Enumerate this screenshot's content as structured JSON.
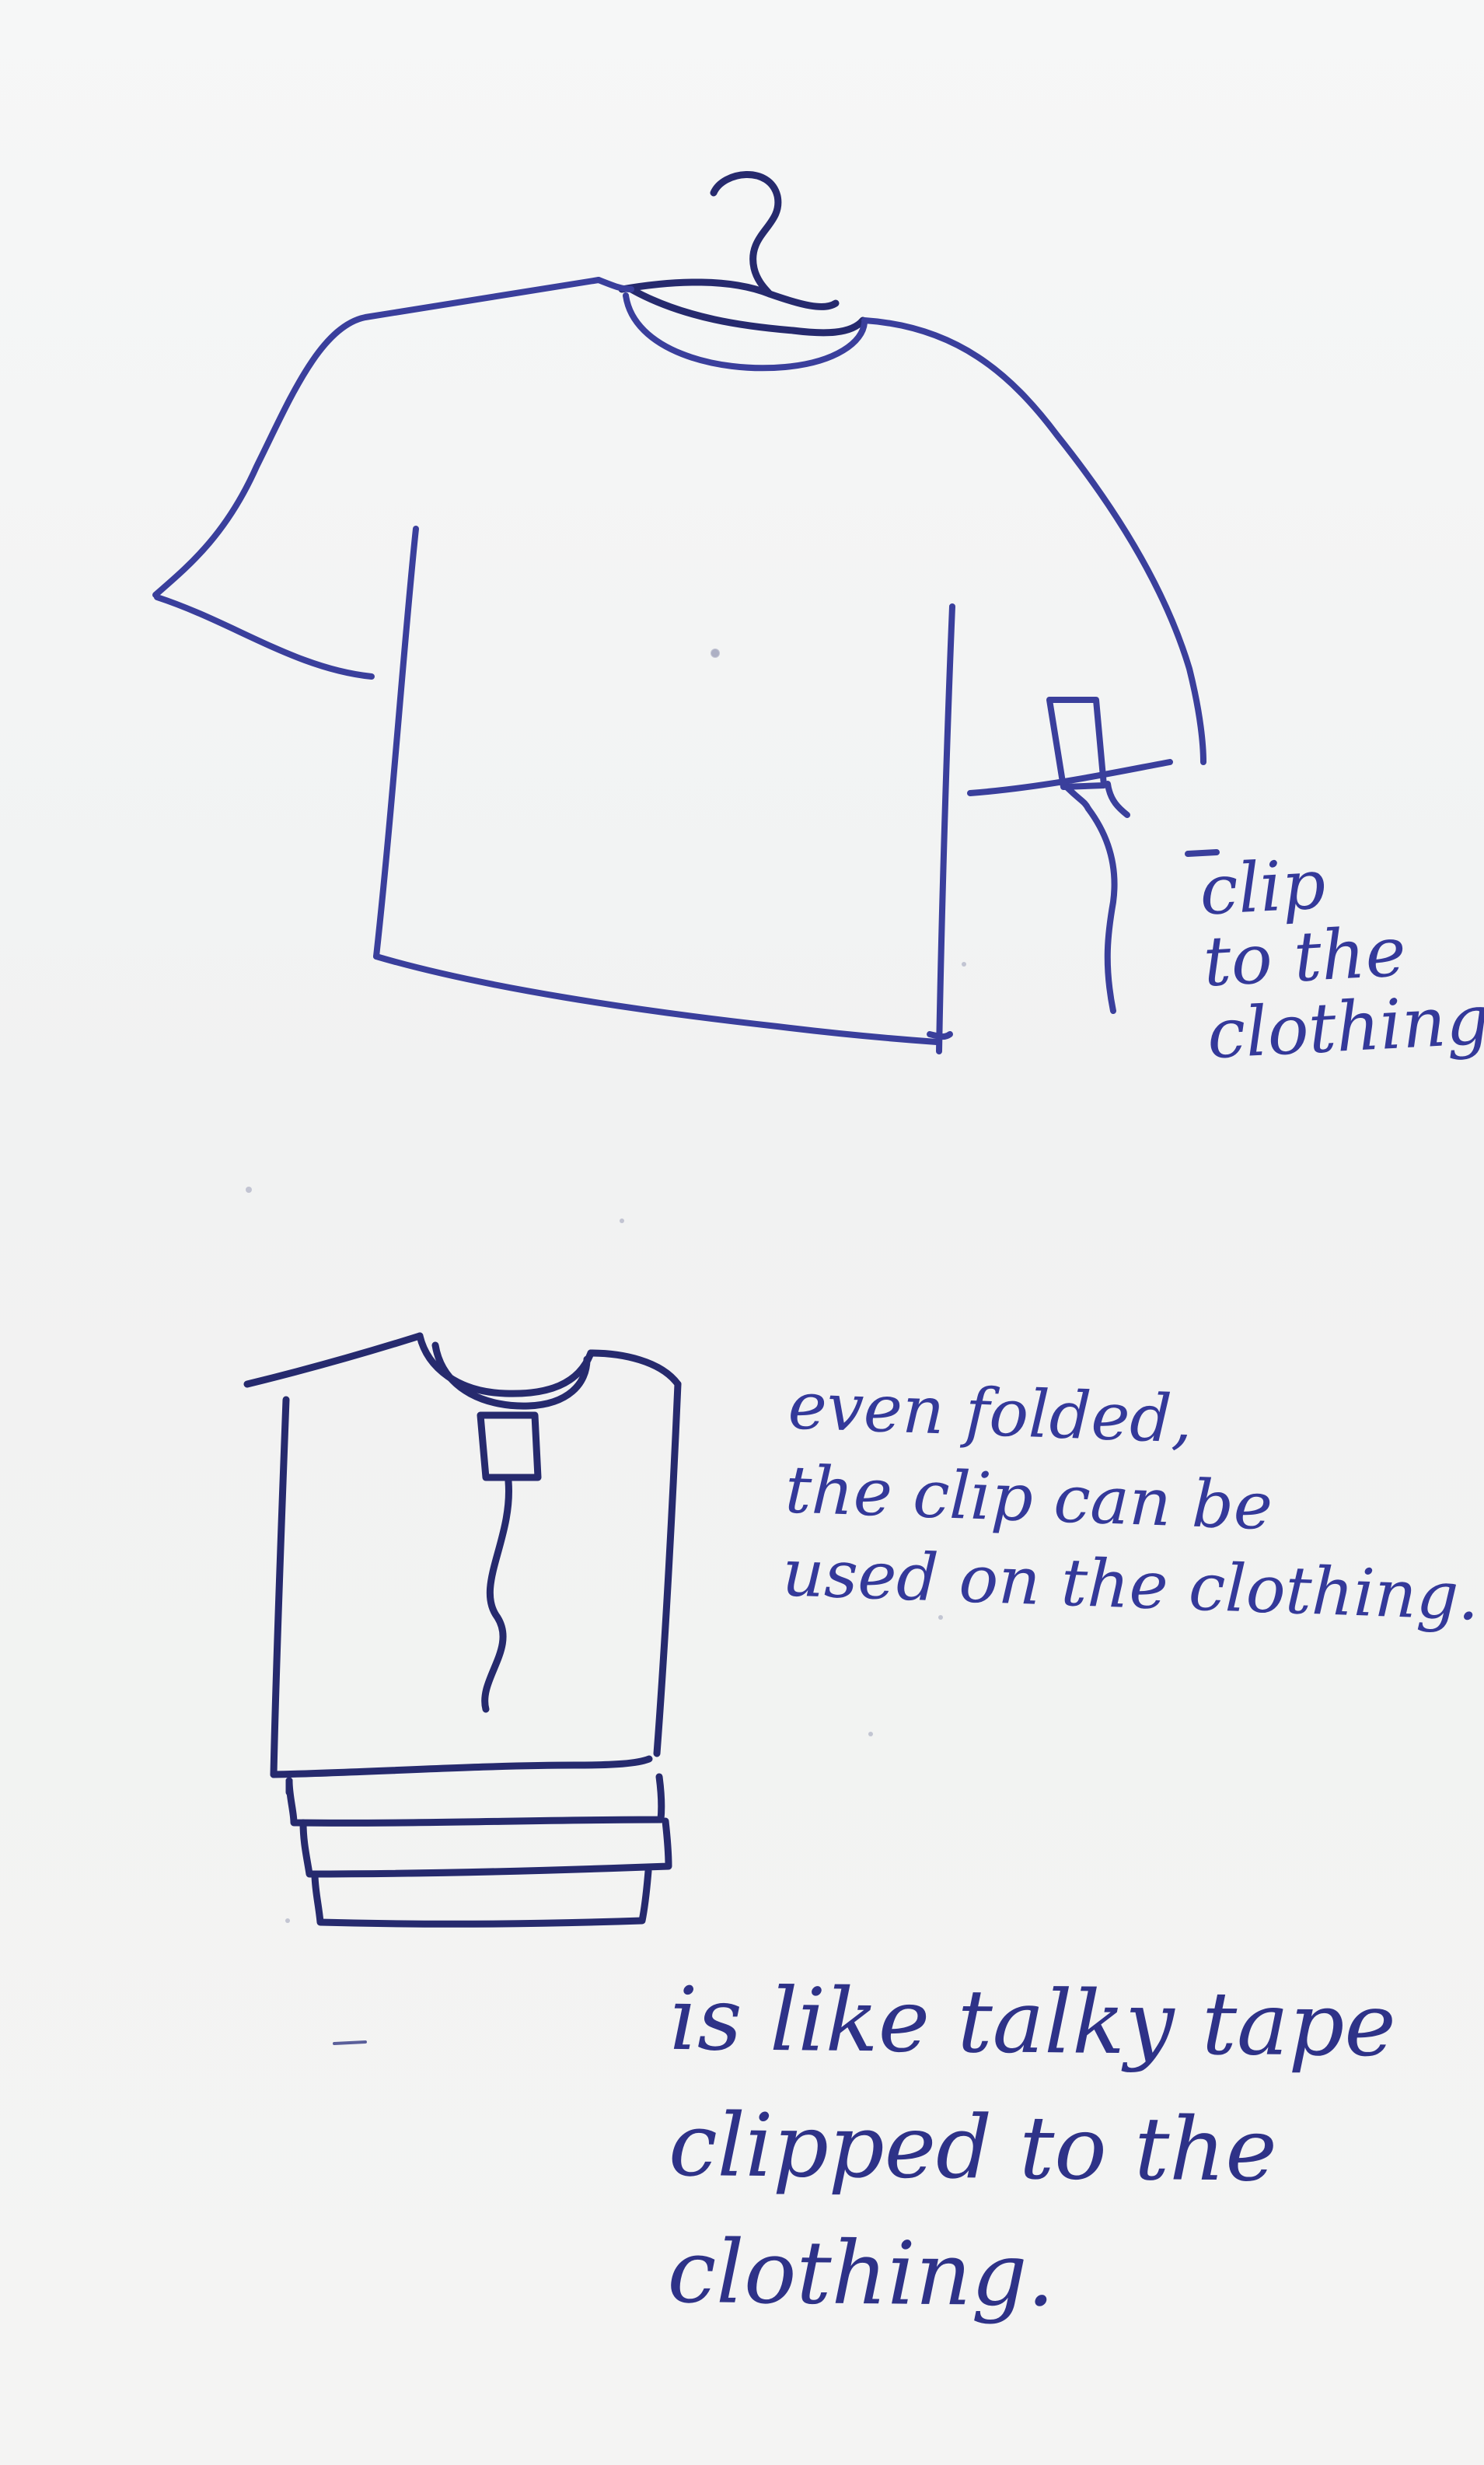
{
  "notes": {
    "clip": {
      "lines": [
        "clip",
        "to the",
        "clothing"
      ]
    },
    "folded": {
      "lines": [
        "even folded,",
        "the clip can be",
        "used on the clothing."
      ]
    },
    "talky": {
      "lines": [
        "is like talky tape",
        "clipped to the",
        "clothing."
      ]
    }
  },
  "colors": {
    "paper": "#f4f5f6",
    "ink": "#3a3f9c",
    "ink_dark": "#262a6e"
  },
  "icons": {
    "hanger": "hanger-icon",
    "tshirt": "tshirt-icon",
    "clip": "clip-icon",
    "folded_stack": "folded-shirt-stack-icon"
  }
}
